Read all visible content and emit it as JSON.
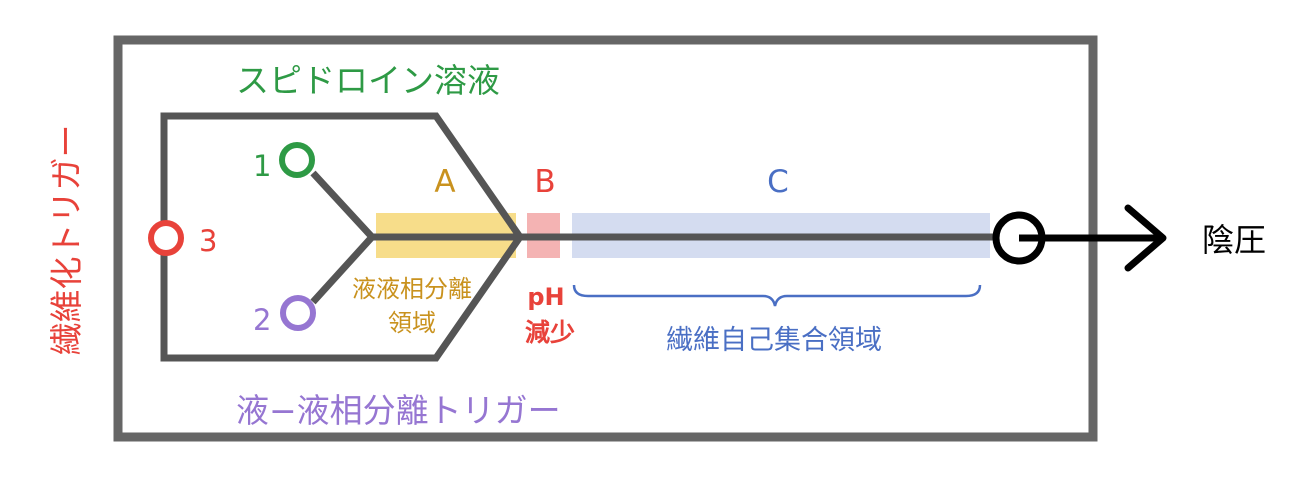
{
  "labels": {
    "spidroin_solution": "スピドロイン溶液",
    "port1": "1",
    "port2": "2",
    "port3": "3",
    "region_a": "A",
    "region_b": "B",
    "region_c": "C",
    "llps_region_line1": "液液相分離",
    "llps_region_line2": "領域",
    "ph_line1": "pH",
    "ph_line2": "減少",
    "fiber_self_assembly_region": "繊維自己集合領域",
    "llps_trigger": "液−液相分離トリガー",
    "fibrillation_trigger": "繊維化トリガー",
    "negative_pressure": "陰圧"
  },
  "colors": {
    "frame": "#666666",
    "channel": "#555555",
    "green": "#2e9a45",
    "purple": "#9676d2",
    "red": "#e8423a",
    "gold": "#c9921e",
    "blue": "#4a6fc4",
    "region_a_fill": "#f7dd8a",
    "region_b_fill": "#f4b3b3",
    "region_c_fill": "#d4dcf0",
    "black": "#000000"
  }
}
